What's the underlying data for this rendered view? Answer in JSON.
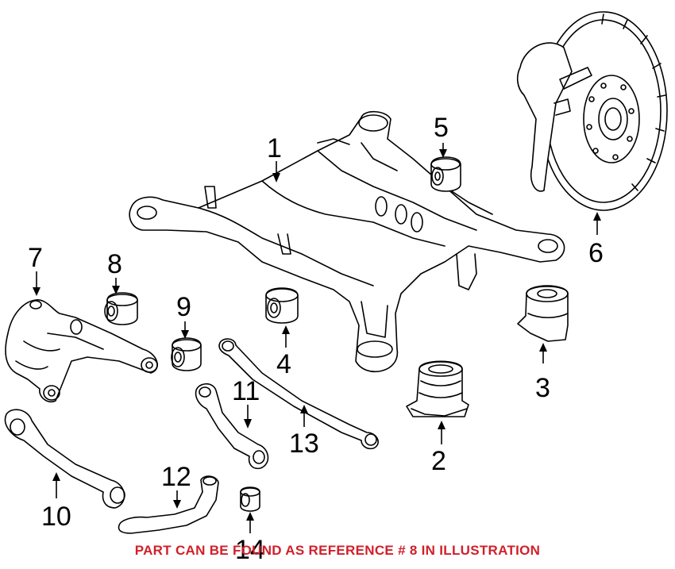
{
  "callouts": {
    "c1": "1",
    "c2": "2",
    "c3": "3",
    "c4": "4",
    "c5": "5",
    "c6": "6",
    "c7": "7",
    "c8": "8",
    "c9": "9",
    "c10": "10",
    "c11": "11",
    "c12": "12",
    "c13": "13",
    "c14": "14"
  },
  "footer": {
    "text": "PART CAN BE FOUND AS REFERENCE # 8 IN ILLUSTRATION",
    "color": "#d0202a"
  }
}
